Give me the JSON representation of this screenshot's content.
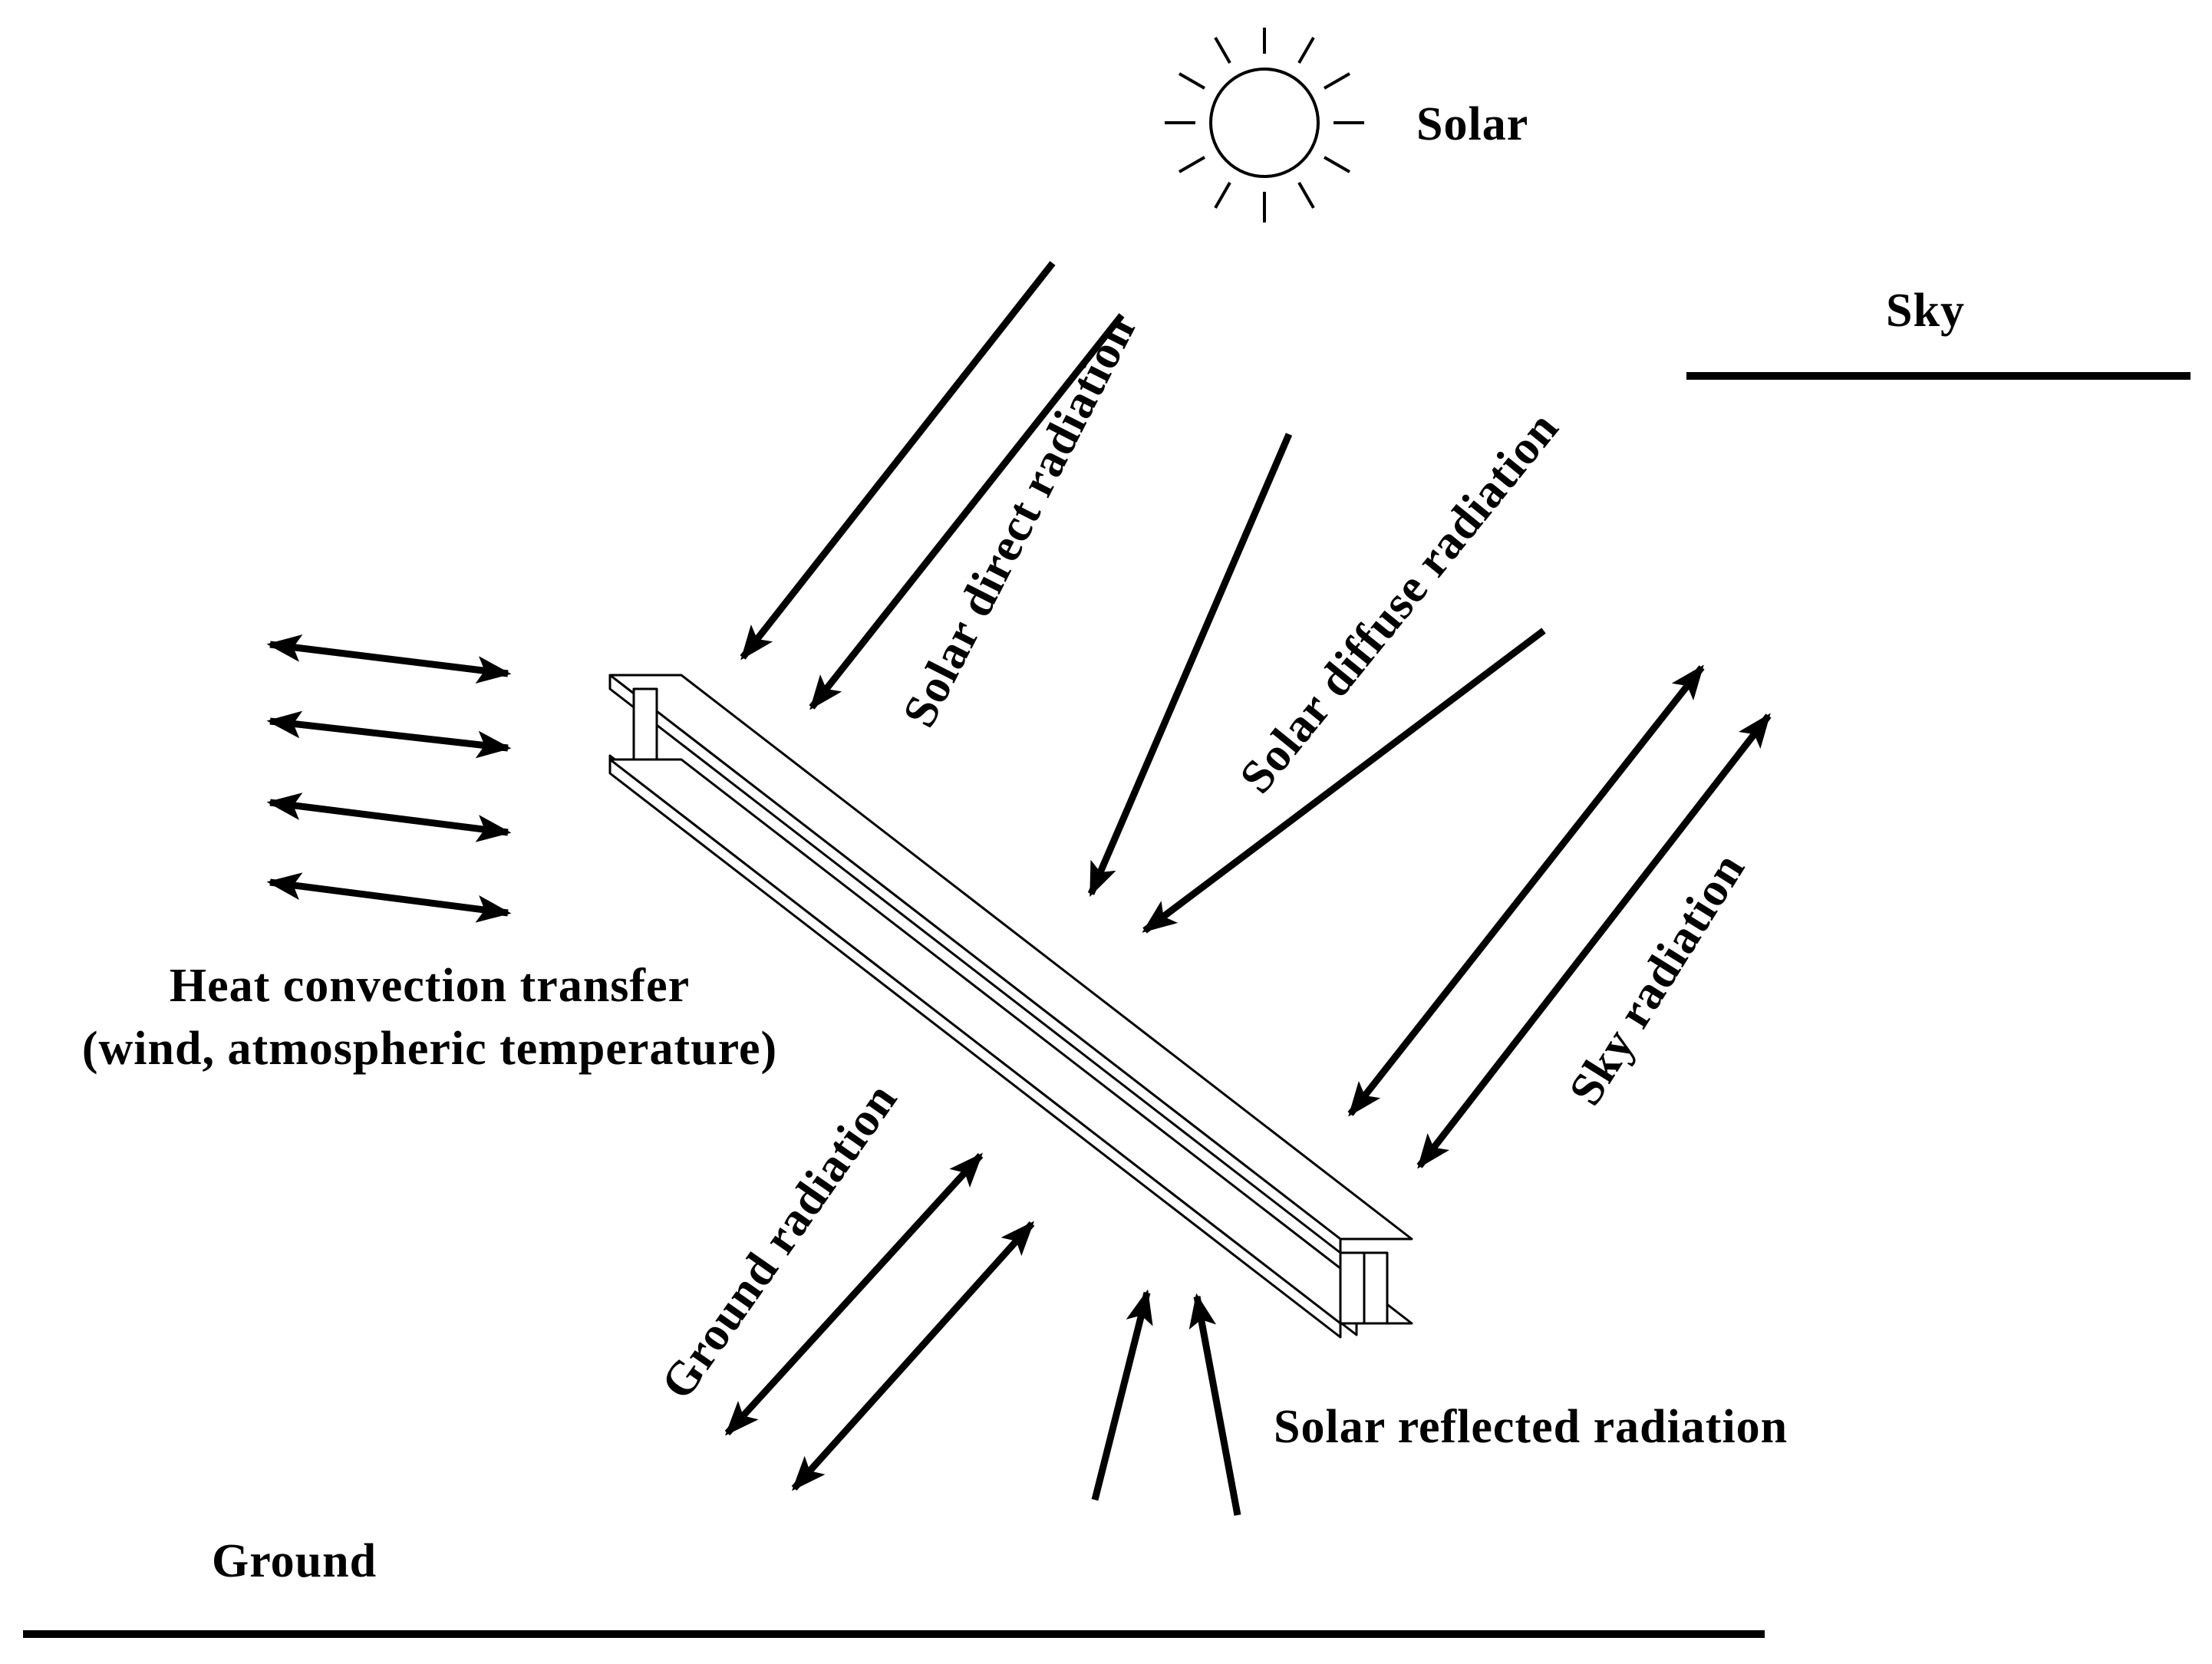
{
  "labels": {
    "solar": "Solar",
    "sky": "Sky",
    "solar_direct": "Solar direct radiation",
    "solar_diffuse": "Solar diffuse radiation",
    "sky_radiation": "Sky radiation",
    "heat_convection_line1": "Heat convection transfer",
    "heat_convection_line2": "(wind, atmospheric temperature)",
    "ground_radiation": "Ground radiation",
    "solar_reflected": "Solar reflected radiation",
    "ground": "Ground"
  },
  "colors": {
    "ink": "#000000",
    "background": "#ffffff"
  },
  "icons": {
    "sun": "sun-icon",
    "structure": "i-beam-icon"
  }
}
